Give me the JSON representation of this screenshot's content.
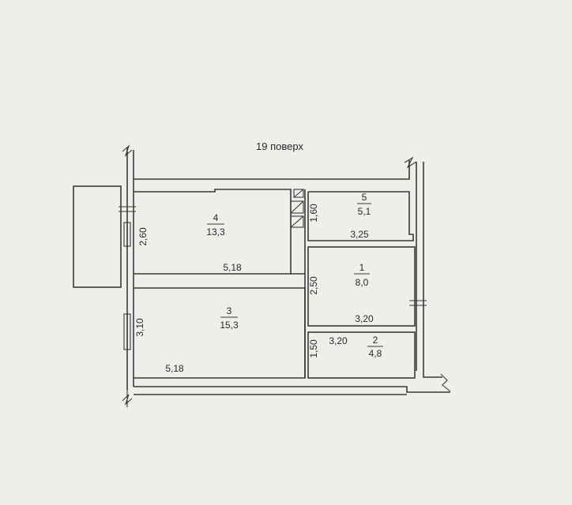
{
  "floor_title": "19 поверх",
  "rooms": {
    "r4": {
      "number": "4",
      "area": "13,3"
    },
    "r3": {
      "number": "3",
      "area": "15,3"
    },
    "r5": {
      "number": "5",
      "area": "5,1"
    },
    "r1": {
      "number": "1",
      "area": "8,0"
    },
    "r2": {
      "number": "2",
      "area": "4,8"
    }
  },
  "dimensions": {
    "r4_height": "2,60",
    "r4_width": "5,18",
    "r3_height": "3,10",
    "r3_width": "5,18",
    "r5_height": "1,60",
    "r5_width": "3,25",
    "r1_height": "2,50",
    "r1_width": "3,20",
    "r2_height": "1,50",
    "r2_width": "3,20"
  }
}
